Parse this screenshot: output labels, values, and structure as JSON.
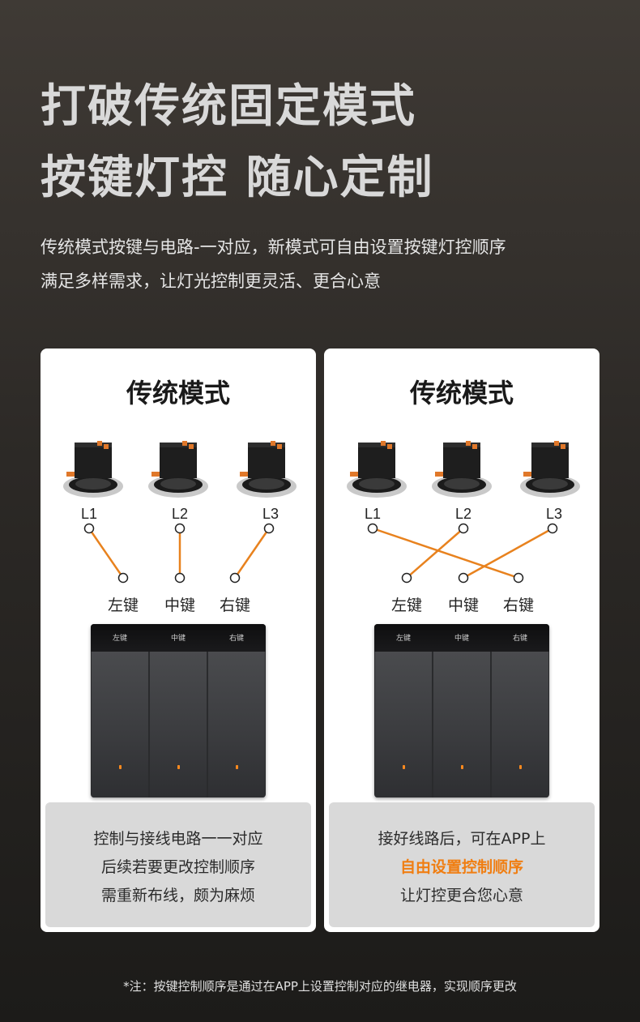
{
  "headline": {
    "line1": "打破传统固定模式",
    "line2": "按键灯控 随心定制"
  },
  "intro": {
    "line1": "传统模式按键与电路-一对应，新模式可自由设置按键灯控顺序",
    "line2": "满足多样需求，让灯光控制更灵活、更合心意"
  },
  "cards": [
    {
      "title": "传统模式",
      "lamps": [
        "L1",
        "L2",
        "L3"
      ],
      "keys": [
        "左键",
        "中键",
        "右键"
      ],
      "switch_labels": [
        "左键",
        "中键",
        "右键"
      ],
      "notes": [
        "控制与接线电路一一对应",
        "后续若要更改控制顺序",
        "需重新布线，颇为麻烦"
      ]
    },
    {
      "title": "传统模式",
      "lamps": [
        "L1",
        "L2",
        "L3"
      ],
      "keys": [
        "左键",
        "中键",
        "右键"
      ],
      "switch_labels": [
        "左键",
        "中键",
        "右键"
      ],
      "notes": [
        "接好线路后，可在APP上",
        "自由设置控制顺序",
        "让灯控更合您心意"
      ]
    }
  ],
  "colors": {
    "wire": "#e8821e",
    "highlight": "#f07e12"
  },
  "footnote": "*注：按键控制顺序是通过在APP上设置控制对应的继电器，实现顺序更改"
}
